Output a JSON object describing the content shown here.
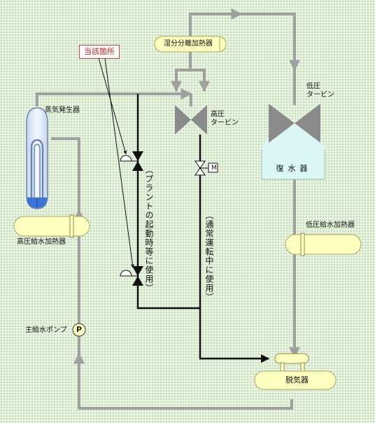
{
  "labels": {
    "callout": "当該箇所",
    "steam_generator": "蒸気発生器",
    "moisture_separator_reheater": "湿分分離加熱器",
    "hp_turbine": "高圧\nタービン",
    "lp_turbine": "低圧\nタービン",
    "condenser": "復水器",
    "hp_feedwater_heater": "高圧給水加熱器",
    "lp_feedwater_heater": "低圧給水加熱器",
    "main_feedwater_pump": "主給水ポンプ",
    "pump_symbol": "P",
    "deaerator": "脱気器",
    "startup_note": "（プラントの起動時等に使用）",
    "normal_note": "（通常運転中に使用）",
    "valve_motor": "M"
  },
  "colors": {
    "pipe": "#a0a0a0",
    "bypass_line": "#111111",
    "equipment_fill": "#ffffc0",
    "steam_generator_fill": "#dfe8f5",
    "condenser_fill": "#dcf6f6",
    "turbine_fill": "#8a8a8a",
    "callout_border": "#d43b3b"
  }
}
